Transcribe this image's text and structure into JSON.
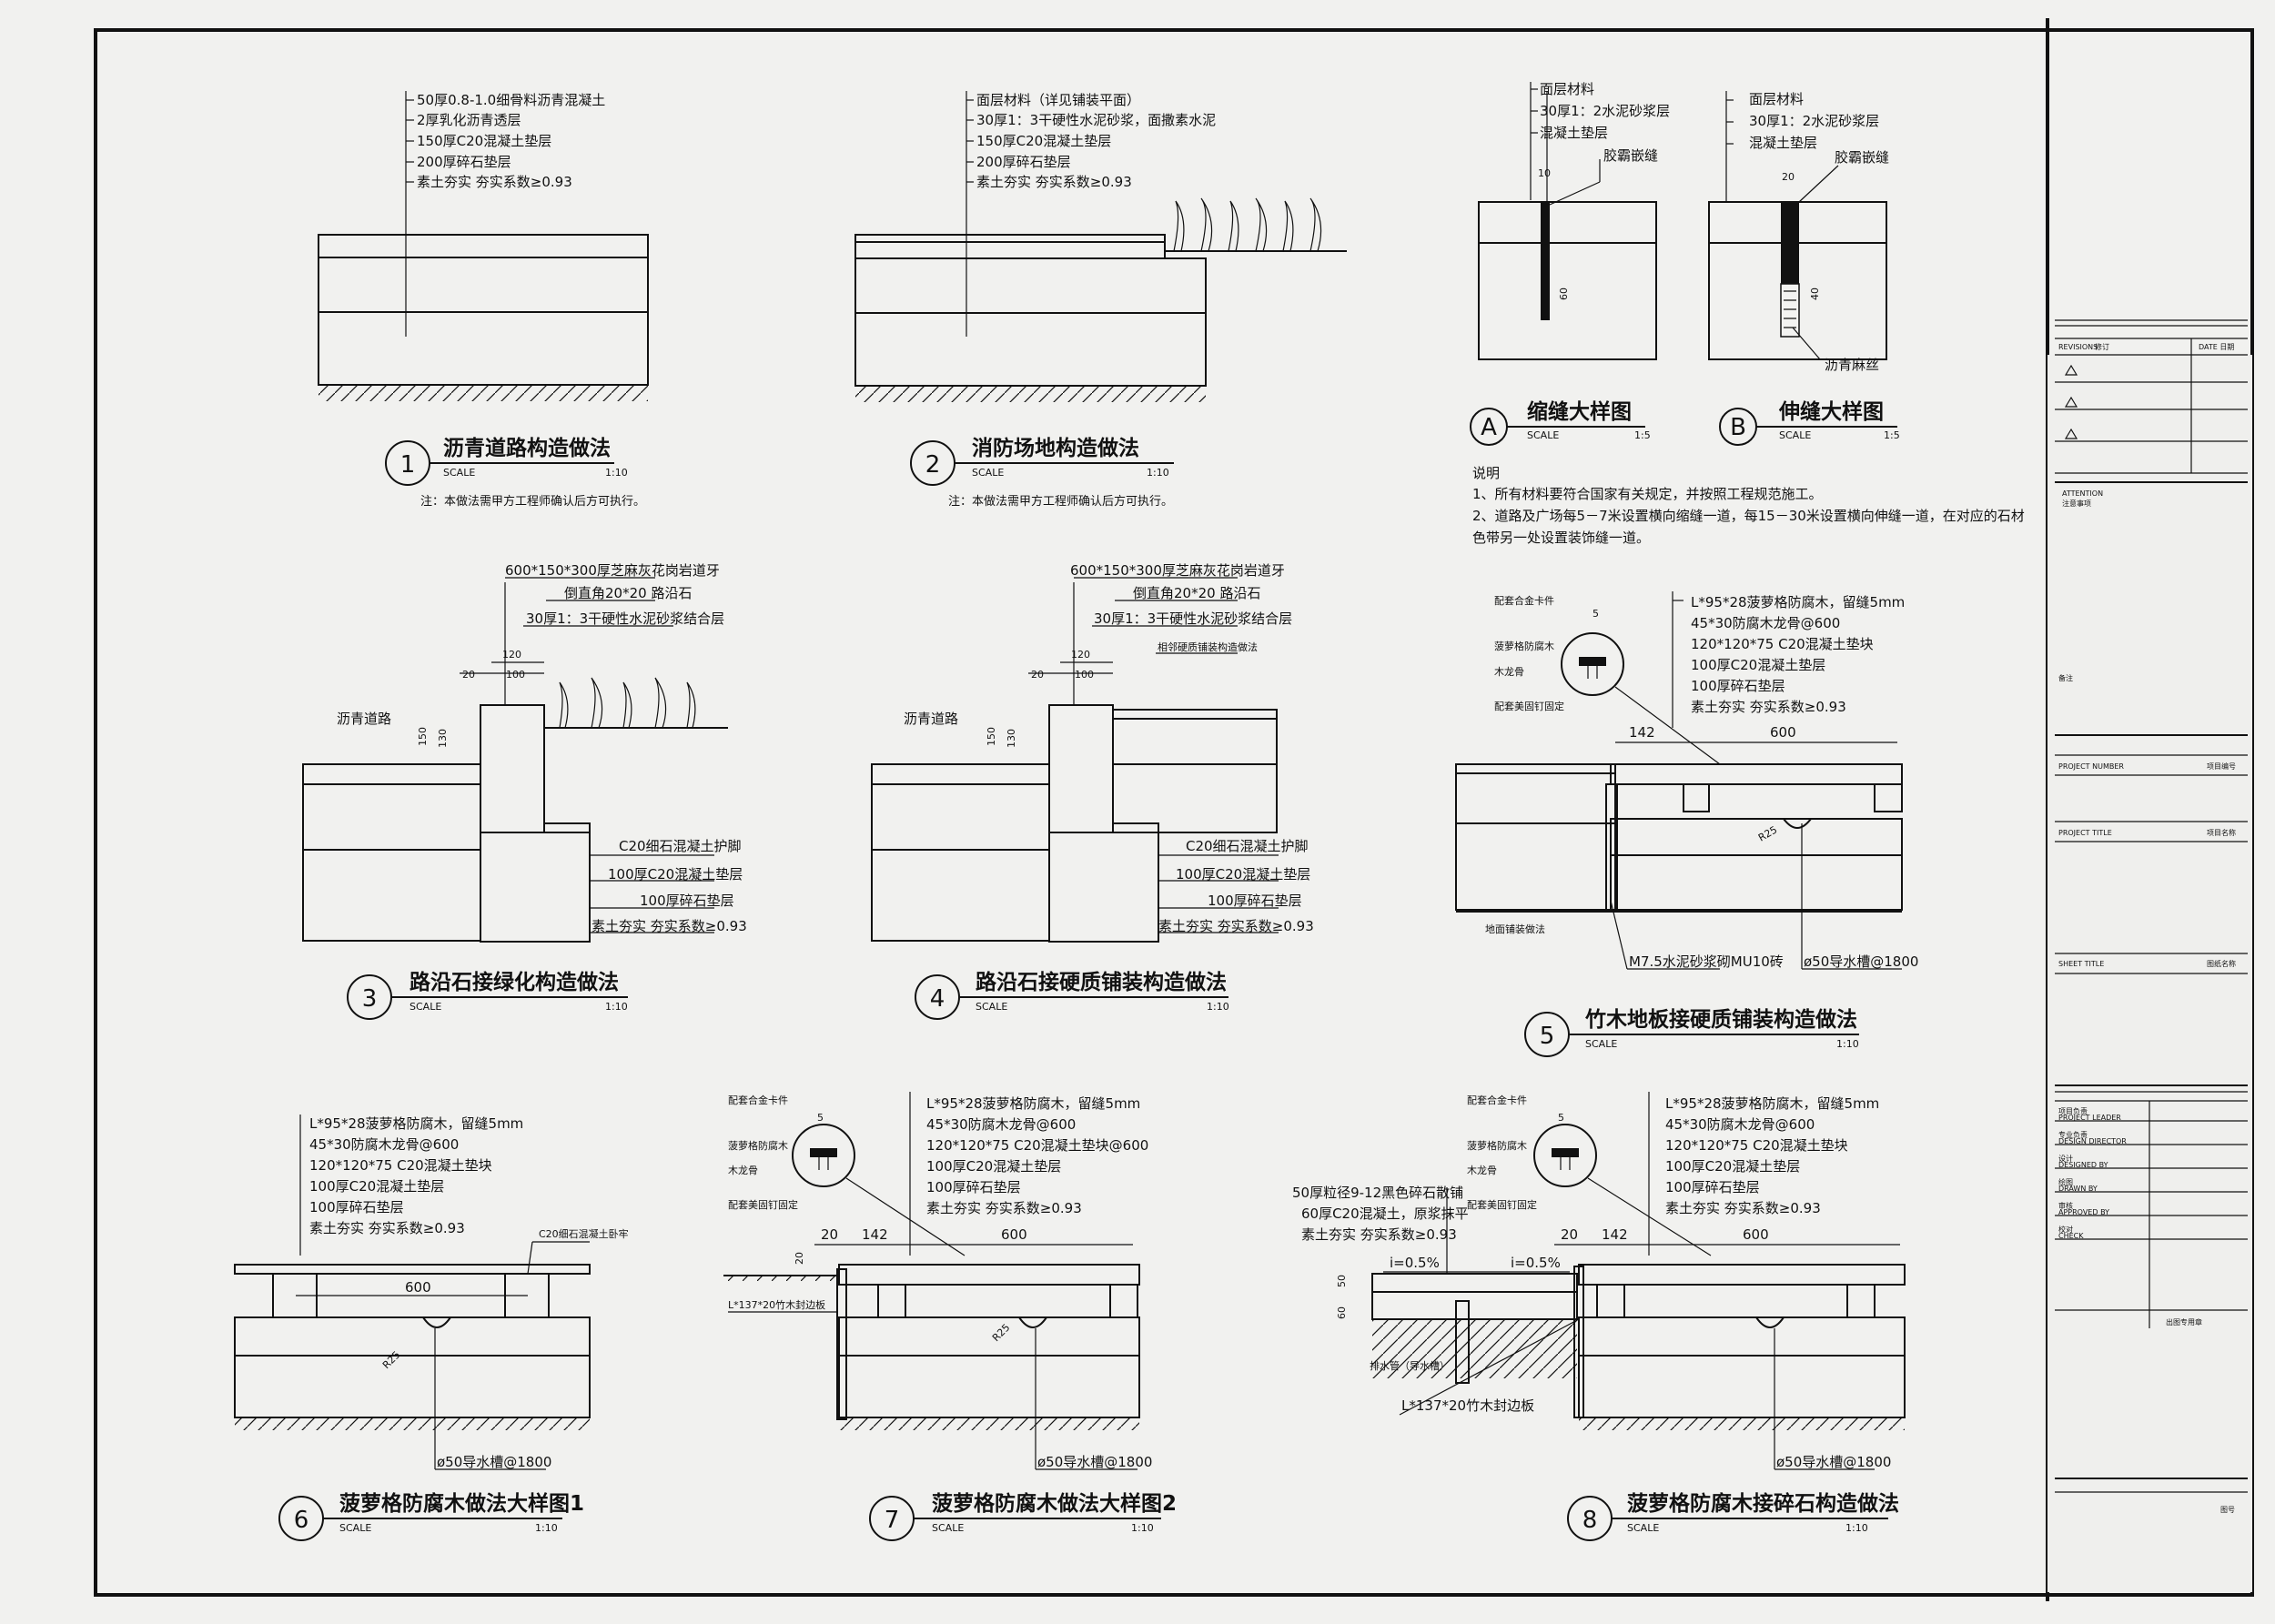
{
  "details": [
    {
      "num": "1",
      "title": "沥青道路构造做法",
      "scale_label": "SCALE",
      "scale": "1:10",
      "note": "注：本做法需甲方工程师确认后方可执行。",
      "layers": [
        "50厚0.8-1.0细骨料沥青混凝土",
        "2厚乳化沥青透层",
        "150厚C20混凝土垫层",
        "200厚碎石垫层",
        "素土夯实  夯实系数≥0.93"
      ]
    },
    {
      "num": "2",
      "title": "消防场地构造做法",
      "scale_label": "SCALE",
      "scale": "1:10",
      "note": "注：本做法需甲方工程师确认后方可执行。",
      "layers": [
        "面层材料（详见铺装平面）",
        "30厚1：3干硬性水泥砂浆，面撒素水泥",
        "150厚C20混凝土垫层",
        "200厚碎石垫层",
        "素土夯实  夯实系数≥0.93"
      ]
    },
    {
      "num": "A",
      "title": "缩缝大样图",
      "scale_label": "SCALE",
      "scale": "1:5",
      "layers": [
        "面层材料",
        "30厚1：2水泥砂浆层",
        "混凝土垫层"
      ],
      "side": "胶霸嵌缝",
      "dims": [
        "10",
        "60"
      ]
    },
    {
      "num": "B",
      "title": "伸缝大样图",
      "scale_label": "SCALE",
      "scale": "1:5",
      "layers": [
        "面层材料",
        "30厚1：2水泥砂浆层",
        "混凝土垫层"
      ],
      "side": "胶霸嵌缝",
      "bottom": "沥青麻丝",
      "dims": [
        "20",
        "40"
      ]
    },
    {
      "num": "3",
      "title": "路沿石接绿化构造做法",
      "scale_label": "SCALE",
      "scale": "1:10",
      "top_labels": [
        "600*150*300厚芝麻灰花岗岩道牙",
        "倒直角20*20  路沿石",
        "30厚1：3干硬性水泥砂浆结合层"
      ],
      "side_labels": [
        "C20细石混凝土护脚",
        "100厚C20混凝土垫层",
        "100厚碎石垫层",
        "素土夯实  夯实系数≥0.93"
      ],
      "left_label": "沥青道路",
      "dims": [
        "120",
        "20",
        "100",
        "150",
        "130"
      ]
    },
    {
      "num": "4",
      "title": "路沿石接硬质铺装构造做法",
      "scale_label": "SCALE",
      "scale": "1:10",
      "top_labels": [
        "600*150*300厚芝麻灰花岗岩道牙",
        "倒直角20*20  路沿石",
        "30厚1：3干硬性水泥砂浆结合层",
        "相邻硬质铺装构造做法"
      ],
      "side_labels": [
        "C20细石混凝土护脚",
        "100厚C20混凝土垫层",
        "100厚碎石垫层",
        "素土夯实  夯实系数≥0.93"
      ],
      "left_label": "沥青道路",
      "dims": [
        "120",
        "20",
        "100",
        "150",
        "130"
      ]
    },
    {
      "num": "5",
      "title": "竹木地板接硬质铺装构造做法",
      "scale_label": "SCALE",
      "scale": "1:10",
      "layers": [
        "L*95*28菠萝格防腐木，留缝5mm",
        "45*30防腐木龙骨@600",
        "120*120*75  C20混凝土垫块",
        "100厚C20混凝土垫层",
        "100厚碎石垫层",
        "素土夯实  夯实系数≥0.93"
      ],
      "callouts": [
        "配套合金卡件",
        "菠萝格防腐木",
        "木龙骨",
        "配套美固钉固定"
      ],
      "bottom_labels": [
        "地面铺装做法",
        "M7.5水泥砂浆砌MU10砖",
        "ø50导水槽@1800"
      ],
      "dims": [
        "5",
        "142",
        "600",
        "R25"
      ]
    },
    {
      "num": "6",
      "title": "菠萝格防腐木做法大样图1",
      "scale_label": "SCALE",
      "scale": "1:10",
      "layers": [
        "L*95*28菠萝格防腐木，留缝5mm",
        "45*30防腐木龙骨@600",
        "120*120*75  C20混凝土垫块",
        "100厚C20混凝土垫层",
        "100厚碎石垫层",
        "素土夯实  夯实系数≥0.93"
      ],
      "right_label": "C20细石混凝土卧牢",
      "bottom_labels": [
        "ø50导水槽@1800"
      ],
      "dims": [
        "600",
        "R25"
      ]
    },
    {
      "num": "7",
      "title": "菠萝格防腐木做法大样图2",
      "scale_label": "SCALE",
      "scale": "1:10",
      "layers": [
        "L*95*28菠萝格防腐木，留缝5mm",
        "45*30防腐木龙骨@600",
        "120*120*75  C20混凝土垫块@600",
        "100厚C20混凝土垫层",
        "100厚碎石垫层",
        "素土夯实  夯实系数≥0.93"
      ],
      "callouts": [
        "配套合金卡件",
        "菠萝格防腐木",
        "木龙骨",
        "配套美固钉固定"
      ],
      "bottom_labels": [
        "L*137*20竹木封边板",
        "ø50导水槽@1800"
      ],
      "dims": [
        "5",
        "20",
        "142",
        "600",
        "20",
        "R25"
      ]
    },
    {
      "num": "8",
      "title": "菠萝格防腐木接碎石构造做法",
      "scale_label": "SCALE",
      "scale": "1:10",
      "layers": [
        "L*95*28菠萝格防腐木，留缝5mm",
        "45*30防腐木龙骨@600",
        "120*120*75  C20混凝土垫块",
        "100厚C20混凝土垫层",
        "100厚碎石垫层",
        "素土夯实  夯实系数≥0.93"
      ],
      "callouts": [
        "配套合金卡件",
        "菠萝格防腐木",
        "木龙骨",
        "配套美固钉固定"
      ],
      "left_labels": [
        "50厚粒径9-12黑色碎石散铺",
        "60厚C20混凝土，原浆抹平",
        "素土夯实  夯实系数≥0.93"
      ],
      "bottom_labels": [
        "排水管（导水槽）",
        "L*137*20竹木封边板",
        "ø50导水槽@1800"
      ],
      "slopes": [
        "i=0.5%",
        "i=0.5%"
      ],
      "dims": [
        "5",
        "20",
        "142",
        "600",
        "60",
        "50"
      ]
    }
  ],
  "notes": {
    "heading": "说明",
    "lines": [
      "1、所有材料要符合国家有关规定，并按照工程规范施工。",
      "2、道路及广场每5－7米设置横向缩缝一道，每15－30米设置横向伸缝一道，在对应的石材",
      "色带另一处设置装饰缝一道。"
    ]
  },
  "title_block": {
    "revision_label": "REVISIONS",
    "rev_cn": "修订",
    "date_label": "DATE 日期",
    "attention": "ATTENTION",
    "attention_cn": "注意事项",
    "remark": "备注",
    "project_number": "PROJECT NUMBER",
    "project_number_cn": "项目编号",
    "project_title": "PROJECT TITLE",
    "project_title_cn": "项目名称",
    "sheet_title": "SHEET TITLE",
    "sheet_title_cn": "图纸名称",
    "roles": [
      {
        "cn": "项目负责",
        "en": "PROJECT LEADER"
      },
      {
        "cn": "专业负责",
        "en": "DESIGN DIRECTOR"
      },
      {
        "cn": "设计",
        "en": "DESIGNED BY"
      },
      {
        "cn": "绘图",
        "en": "DRAWN BY"
      },
      {
        "cn": "审核",
        "en": "APPROVED BY"
      },
      {
        "cn": "校对",
        "en": "CHECK"
      }
    ],
    "stamp": "出图专用章",
    "sheet_no": "图号"
  }
}
